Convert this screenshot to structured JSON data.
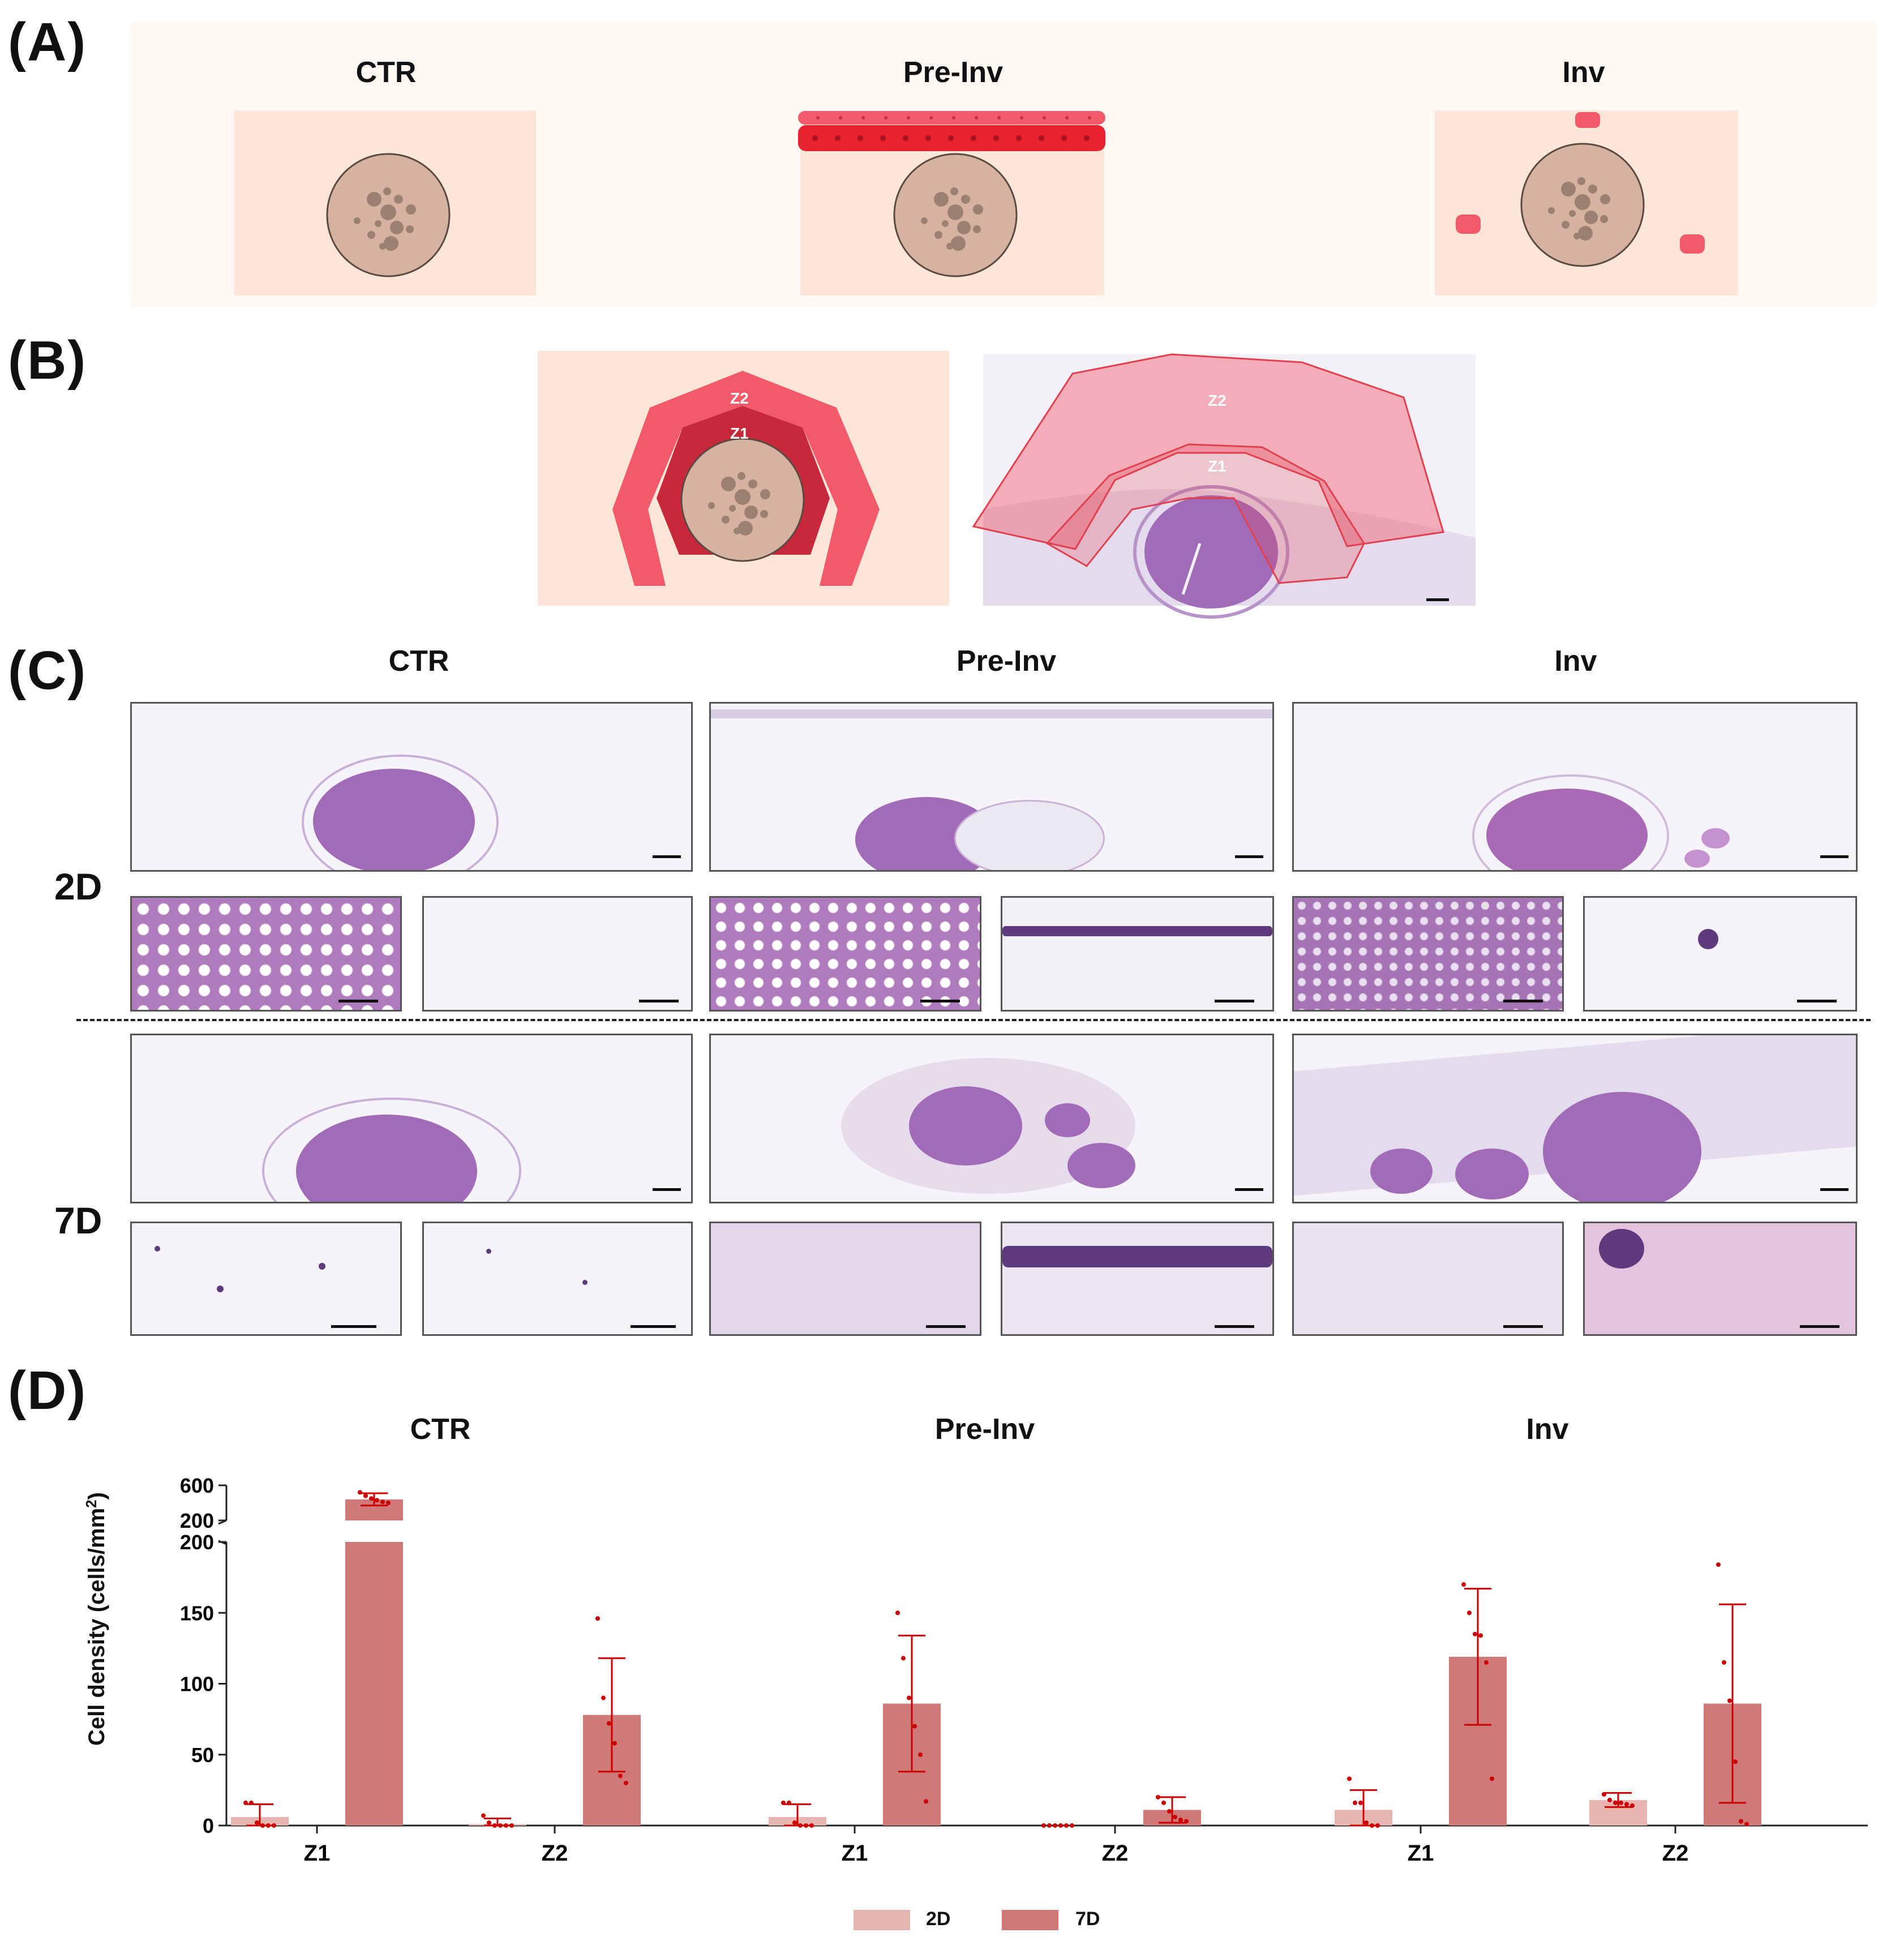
{
  "panels": {
    "A": {
      "letter": "(A)",
      "titles": [
        "CTR",
        "Pre-Inv",
        "Inv"
      ]
    },
    "B": {
      "letter": "(B)",
      "zone_labels_schematic": [
        "Z2",
        "Z1"
      ],
      "zone_labels_histology": [
        "Z2",
        "Z1"
      ]
    },
    "C": {
      "letter": "(C)",
      "titles": [
        "CTR",
        "Pre-Inv",
        "Inv"
      ],
      "row_labels": [
        "2D",
        "7D"
      ]
    },
    "D": {
      "letter": "(D)",
      "titles": [
        "CTR",
        "Pre-Inv",
        "Inv"
      ]
    }
  },
  "colors": {
    "panel_bg": "#fff8f3",
    "matrix": "#fde6d8",
    "spheroid": "#d6b3a1",
    "cell_red": "#f25a6a",
    "zone2": "#f25a6a",
    "zone1": "#c8293a",
    "bar_2d": "#e8b4b0",
    "bar_7d": "#cf7a78",
    "error": "#cc0000",
    "histo_purple": "#a86ab4"
  },
  "chart_data": {
    "type": "bar",
    "ylabel_main": "Cell density (cells/mm",
    "ylabel_sup": "2",
    "ylabel_close": ")",
    "yticks_lower": [
      "0",
      "50",
      "100",
      "150",
      "200"
    ],
    "yticks_upper": [
      "200",
      "600"
    ],
    "ylim_lower": [
      0,
      200
    ],
    "ylim_upper": [
      200,
      600
    ],
    "axis_break": true,
    "group_titles": [
      "CTR",
      "Pre-Inv",
      "Inv"
    ],
    "categories": [
      "Z1",
      "Z2",
      "Z1",
      "Z2",
      "Z1",
      "Z2"
    ],
    "series": [
      {
        "name": "2D",
        "values": [
          6,
          1,
          6,
          0,
          11,
          18
        ],
        "sd": [
          9,
          4,
          9,
          0,
          14,
          5
        ]
      },
      {
        "name": "7D",
        "values": [
          440,
          78,
          86,
          11,
          119,
          86
        ],
        "sd": [
          70,
          40,
          48,
          9,
          48,
          70
        ]
      }
    ],
    "points": {
      "2D": [
        [
          16,
          16,
          2,
          0,
          0,
          0
        ],
        [
          7,
          2,
          0,
          0,
          0,
          0
        ],
        [
          16,
          16,
          2,
          0,
          0,
          0
        ],
        [
          0,
          0,
          0,
          0,
          0,
          0
        ],
        [
          33,
          16,
          16,
          2,
          0,
          0
        ],
        [
          22,
          18,
          16,
          16,
          15,
          14
        ]
      ],
      "7D": [
        [
          520,
          480,
          450,
          430,
          410,
          400
        ],
        [
          146,
          90,
          72,
          58,
          35,
          30
        ],
        [
          150,
          118,
          90,
          70,
          50,
          17
        ],
        [
          20,
          16,
          10,
          6,
          4,
          3
        ],
        [
          170,
          150,
          135,
          134,
          115,
          33
        ],
        [
          184,
          115,
          88,
          45,
          3,
          1
        ]
      ]
    },
    "legend": [
      "2D",
      "7D"
    ],
    "legend_position": "bottom"
  }
}
